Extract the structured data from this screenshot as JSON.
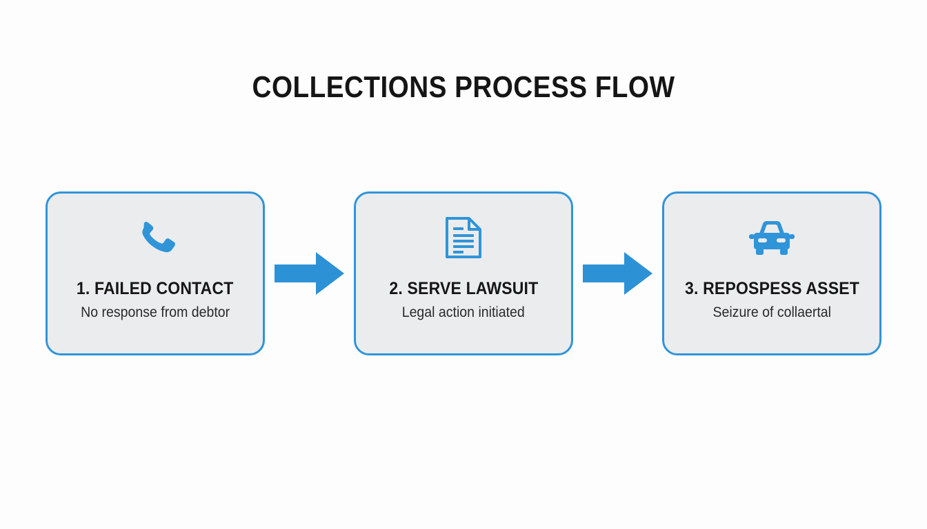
{
  "title": "COLLECTIONS PROCESS FLOW",
  "colors": {
    "accent": "#3094d8",
    "arrow": "#2d91d6",
    "card_fill": "#eaecee",
    "page_background": "#fdfdfe",
    "title_text": "#151515",
    "subtitle_text": "#2a2a2a"
  },
  "steps": [
    {
      "icon": "phone-icon",
      "title": "1. FAILED CONTACT",
      "subtitle": "No response from debtor"
    },
    {
      "icon": "document-icon",
      "title": "2. SERVE LAWSUIT",
      "subtitle": "Legal action initiated"
    },
    {
      "icon": "car-icon",
      "title": "3. REPOSPESS ASSET",
      "subtitle": "Seizure of collaertal"
    }
  ],
  "connectors": [
    {
      "icon": "arrow-right-icon"
    },
    {
      "icon": "arrow-right-icon"
    }
  ]
}
